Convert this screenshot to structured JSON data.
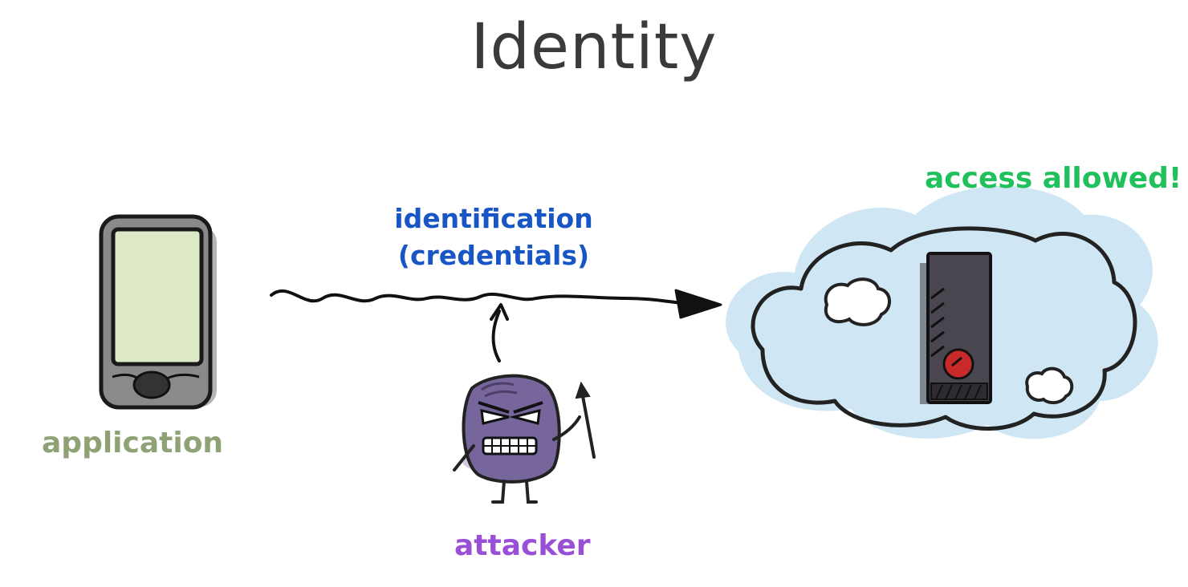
{
  "title": "Identity",
  "labels": {
    "application": "application",
    "identification_line1": "identification",
    "identification_line2": "(credentials)",
    "attacker": "attacker",
    "access_allowed": "access allowed!"
  },
  "icons": [
    "phone-icon",
    "wavy-arrow-icon",
    "attacker-monster-icon",
    "cloud-icon",
    "server-icon"
  ],
  "colors": {
    "title": "#3a3a3a",
    "application": "#8fa276",
    "identification": "#1856c6",
    "attacker": "#9950d6",
    "access_allowed": "#20c15c",
    "cloud_fill": "#cfe6f4",
    "phone_screen": "#dde8c6",
    "monster_body": "#76669b"
  }
}
